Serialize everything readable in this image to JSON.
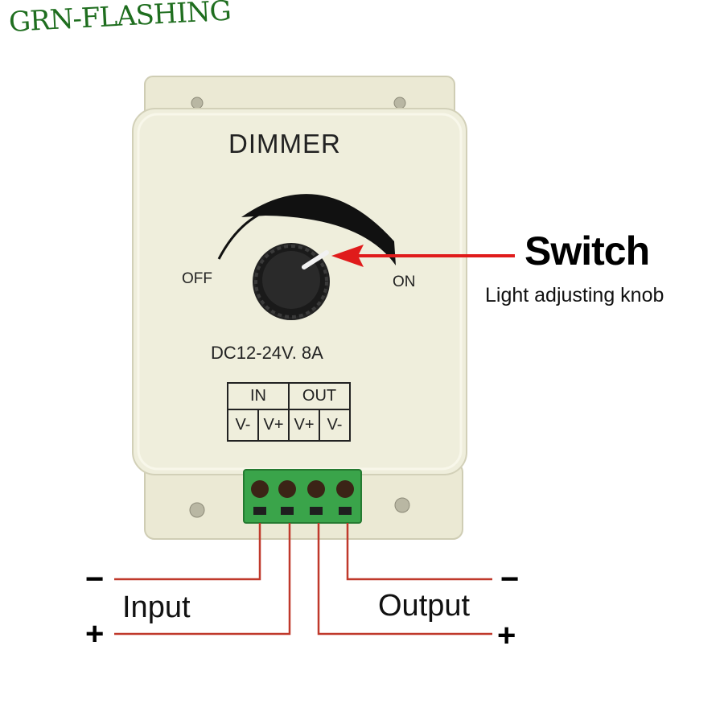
{
  "brand": "GRN-FLASHING",
  "panel": {
    "title": "DIMMER",
    "off_label": "OFF",
    "on_label": "ON",
    "rating": "DC12-24V. 8A",
    "terminal_table": {
      "groups": [
        "IN",
        "OUT"
      ],
      "pins": [
        "V-",
        "V+",
        "V+",
        "V-"
      ]
    }
  },
  "callout": {
    "title": "Switch",
    "subtitle": "Light adjusting knob",
    "arrow_color": "#e01b1b"
  },
  "wiring": {
    "input_label": "Input",
    "output_label": "Output",
    "minus": "−",
    "plus": "+",
    "wire_color": "#c0392b"
  },
  "colors": {
    "housing": "#ecebd7",
    "terminal_block": "#3aa44a",
    "knob": "#1a1a1a"
  }
}
